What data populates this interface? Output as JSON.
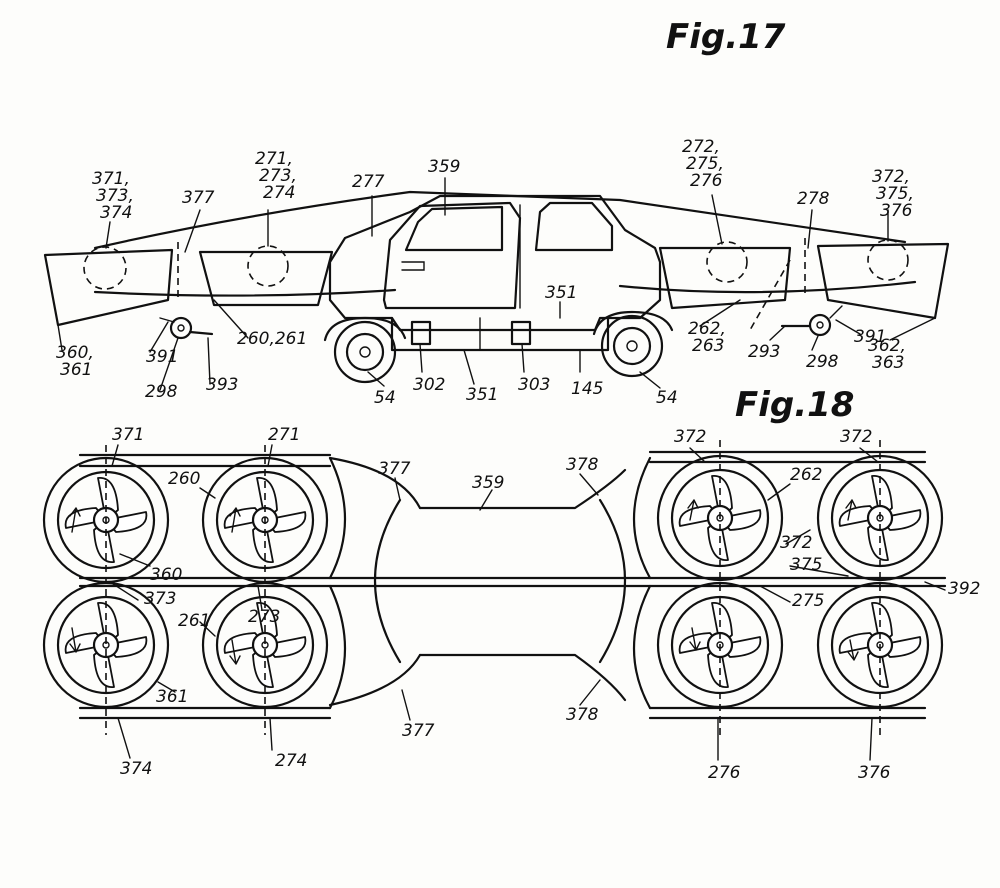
{
  "figures": {
    "fig17_title": "Fig.17",
    "fig18_title": "Fig.18"
  },
  "fig17_labels": [
    {
      "lines": [
        "371,",
        "373,",
        "374"
      ]
    },
    {
      "lines": [
        "377"
      ]
    },
    {
      "lines": [
        "271,",
        "273,",
        "274"
      ]
    },
    {
      "lines": [
        "277"
      ]
    },
    {
      "lines": [
        "359"
      ]
    },
    {
      "lines": [
        "272,",
        "275,",
        "276"
      ]
    },
    {
      "lines": [
        "278"
      ]
    },
    {
      "lines": [
        "372,",
        "375,",
        "376"
      ]
    },
    {
      "lines": [
        "351"
      ]
    },
    {
      "lines": [
        "360,",
        "361"
      ]
    },
    {
      "lines": [
        "391"
      ]
    },
    {
      "lines": [
        "298"
      ]
    },
    {
      "lines": [
        "393"
      ]
    },
    {
      "lines": [
        "260,261"
      ]
    },
    {
      "lines": [
        "54"
      ]
    },
    {
      "lines": [
        "302"
      ]
    },
    {
      "lines": [
        "351"
      ]
    },
    {
      "lines": [
        "303"
      ]
    },
    {
      "lines": [
        "145"
      ]
    },
    {
      "lines": [
        "54"
      ]
    },
    {
      "lines": [
        "262,",
        "263"
      ]
    },
    {
      "lines": [
        "293"
      ]
    },
    {
      "lines": [
        "298"
      ]
    },
    {
      "lines": [
        "391"
      ]
    },
    {
      "lines": [
        "362,",
        "363"
      ]
    }
  ],
  "fig18_labels": [
    {
      "lines": [
        "371"
      ]
    },
    {
      "lines": [
        "271"
      ]
    },
    {
      "lines": [
        "260"
      ]
    },
    {
      "lines": [
        "377"
      ]
    },
    {
      "lines": [
        "359"
      ]
    },
    {
      "lines": [
        "378"
      ]
    },
    {
      "lines": [
        "372"
      ]
    },
    {
      "lines": [
        "372"
      ]
    },
    {
      "lines": [
        "262"
      ]
    },
    {
      "lines": [
        "360"
      ]
    },
    {
      "lines": [
        "373"
      ]
    },
    {
      "lines": [
        "273"
      ]
    },
    {
      "lines": [
        "261"
      ]
    },
    {
      "lines": [
        "372"
      ]
    },
    {
      "lines": [
        "375"
      ]
    },
    {
      "lines": [
        "392"
      ]
    },
    {
      "lines": [
        "275"
      ]
    },
    {
      "lines": [
        "361"
      ]
    },
    {
      "lines": [
        "377"
      ]
    },
    {
      "lines": [
        "378"
      ]
    },
    {
      "lines": [
        "374"
      ]
    },
    {
      "lines": [
        "274"
      ]
    },
    {
      "lines": [
        "276"
      ]
    },
    {
      "lines": [
        "376"
      ]
    }
  ]
}
